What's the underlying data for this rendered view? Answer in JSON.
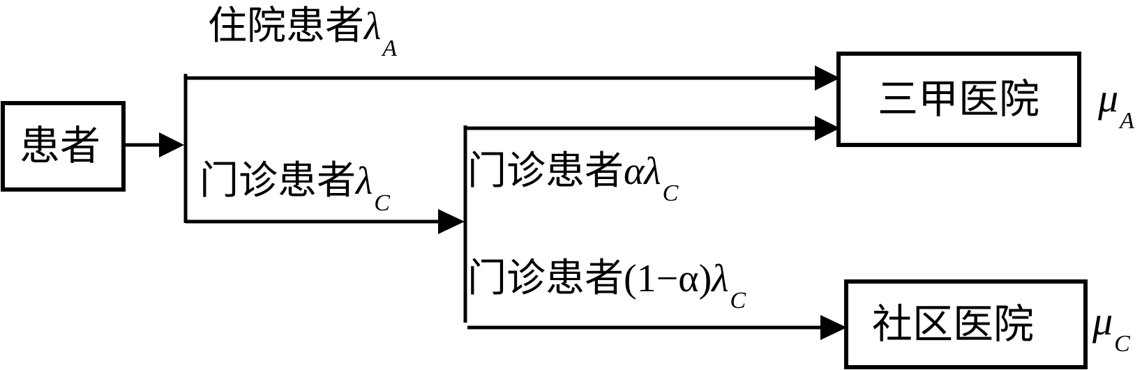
{
  "nodes": {
    "patient": {
      "label": "患者"
    },
    "tertiary_hospital": {
      "label": "三甲医院",
      "rate_symbol": "μ",
      "rate_subscript": "A"
    },
    "community_hospital": {
      "label": "社区医院",
      "rate_symbol": "μ",
      "rate_subscript": "C"
    }
  },
  "edges": {
    "inpatient": {
      "label": "住院患者",
      "rate_symbol": "λ",
      "rate_subscript": "A"
    },
    "outpatient": {
      "label": "门诊患者",
      "rate_symbol": "λ",
      "rate_subscript": "C"
    },
    "outpatient_to_tertiary": {
      "label": "门诊患者",
      "rate_prefix": "α",
      "rate_symbol": "λ",
      "rate_subscript": "C"
    },
    "outpatient_to_community": {
      "label": "门诊患者",
      "rate_prefix": "(1−α)",
      "rate_symbol": "λ",
      "rate_subscript": "C"
    }
  },
  "colors": {
    "stroke": "#000000",
    "background": "#ffffff"
  }
}
